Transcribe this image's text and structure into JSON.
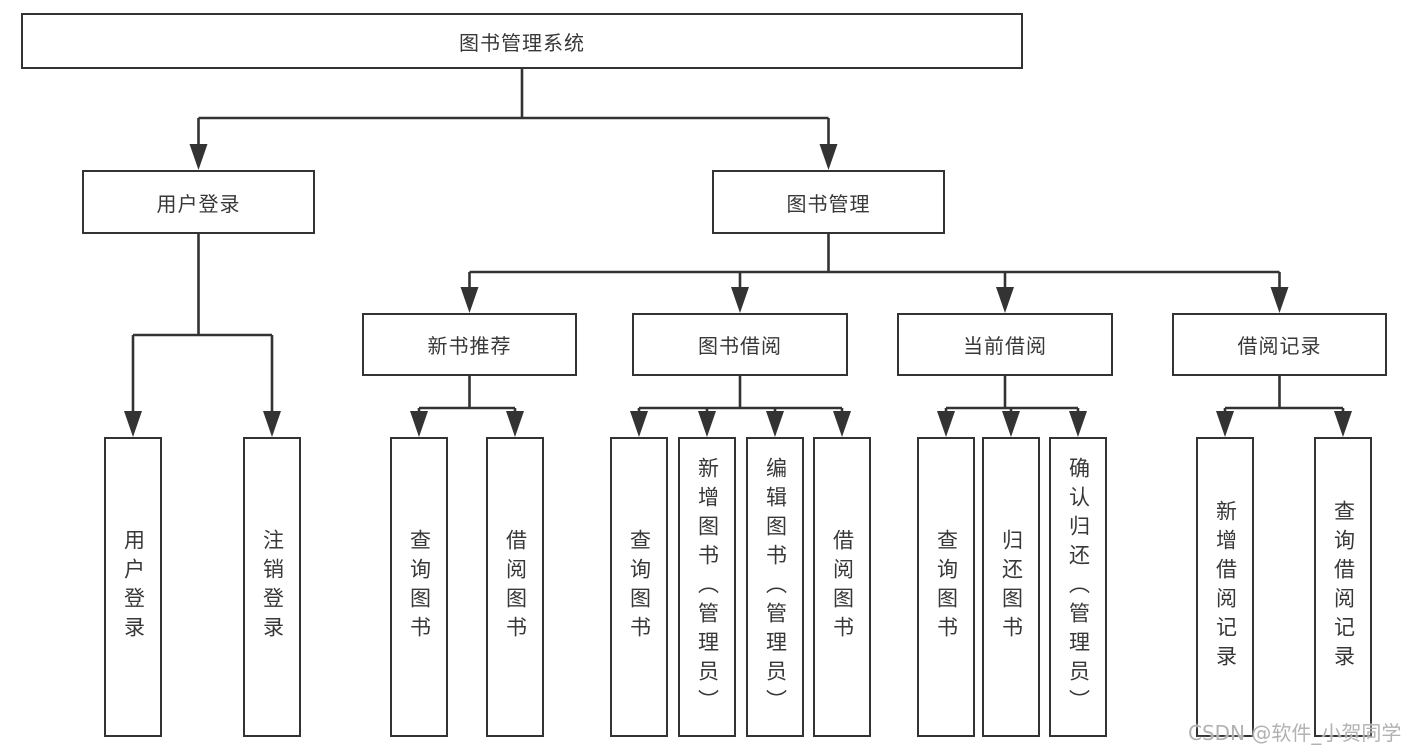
{
  "diagram": {
    "root": {
      "label": "图书管理系统"
    },
    "level2": [
      {
        "label": "用户登录"
      },
      {
        "label": "图书管理"
      }
    ],
    "level3": [
      {
        "label": "新书推荐"
      },
      {
        "label": "图书借阅"
      },
      {
        "label": "当前借阅"
      },
      {
        "label": "借阅记录"
      }
    ],
    "leaves": {
      "login": [
        "用户登录",
        "注销登录"
      ],
      "new_book": [
        "查询图书",
        "借阅图书"
      ],
      "book_borrow": [
        "查询图书",
        "新增图书（管理员）",
        "编辑图书（管理员）",
        "借阅图书"
      ],
      "current_borrow": [
        "查询图书",
        "归还图书",
        "确认归还（管理员）"
      ],
      "borrow_record": [
        "新增借阅记录",
        "查询借阅记录"
      ]
    },
    "watermark": "CSDN @软件_小贺同学",
    "colors": {
      "line": "#333333",
      "text": "#383838",
      "watermark": "#b2b2b2",
      "background": "#ffffff"
    }
  }
}
